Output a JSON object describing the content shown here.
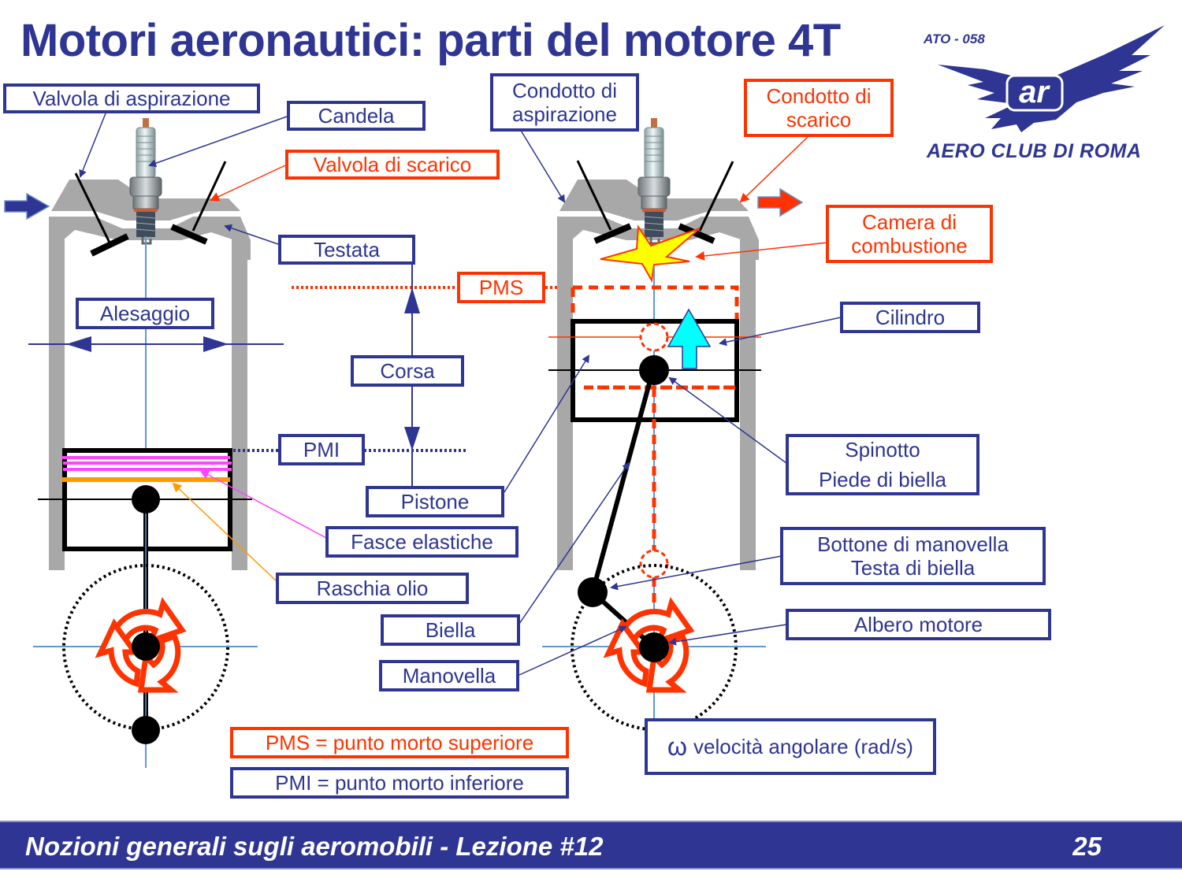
{
  "slide": {
    "title": "Motori aeronautici: parti del motore 4T",
    "footer_text": "Nozioni generali sugli aeromobili - Lezione #12",
    "page_number": "25"
  },
  "logo": {
    "code": "ATO - 058",
    "monogram": "ar",
    "name": "AERO CLUB DI ROMA"
  },
  "colors": {
    "navy": "#2e3592",
    "red": "#ff3300",
    "gray": "#a8a8a8",
    "magenta": "#ff44ff",
    "orange": "#ff9900",
    "cyan": "#00ffff",
    "yellow": "#ffff00",
    "axis_blue": "#5b9bd5"
  },
  "labels": {
    "valvola_aspirazione": "Valvola di aspirazione",
    "candela": "Candela",
    "valvola_scarico": "Valvola di scarico",
    "testata": "Testata",
    "alesaggio": "Alesaggio",
    "pms": "PMS",
    "corsa": "Corsa",
    "pmi": "PMI",
    "pistone": "Pistone",
    "fasce_elastiche": "Fasce elastiche",
    "raschia_olio": "Raschia olio",
    "biella": "Biella",
    "manovella": "Manovella",
    "condotto_aspirazione": [
      "Condotto di",
      "aspirazione"
    ],
    "condotto_scarico": [
      "Condotto di",
      "scarico"
    ],
    "camera_combustione": [
      "Camera di",
      "combustione"
    ],
    "cilindro": "Cilindro",
    "spinotto": [
      "Spinotto",
      "Piede di biella"
    ],
    "bottone_manovella": [
      "Bottone di manovella",
      "Testa di biella"
    ],
    "albero_motore": "Albero motore",
    "velocita_angolare_symbol": "ω",
    "velocita_angolare": "velocità angolare (rad/s)"
  },
  "legend": {
    "pms_def": "PMS = punto morto superiore",
    "pmi_def": "PMI = punto morto inferiore"
  }
}
